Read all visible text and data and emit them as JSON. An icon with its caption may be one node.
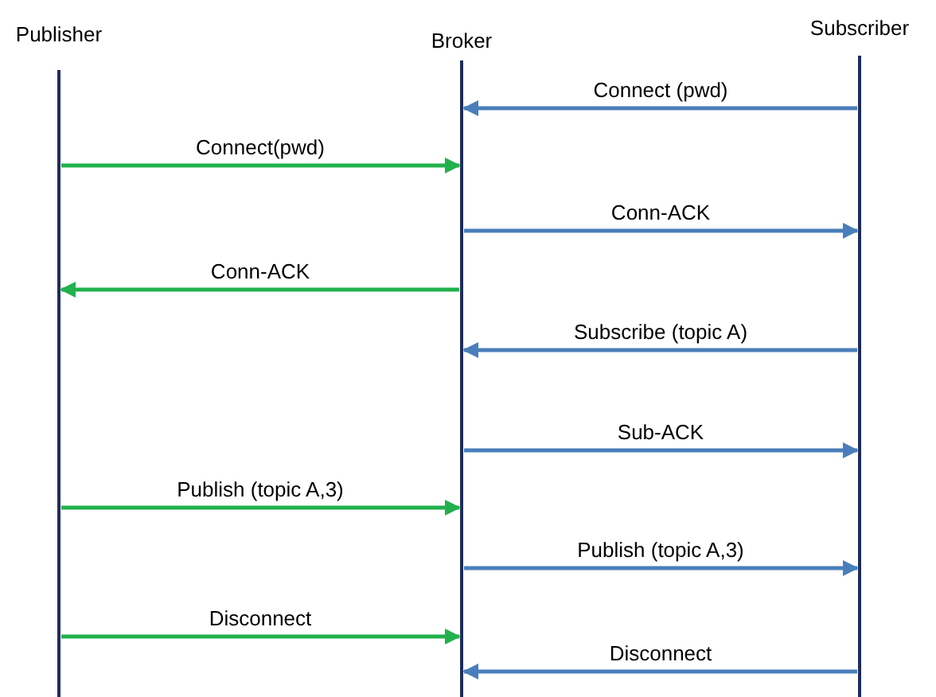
{
  "diagram": {
    "nodes": [
      {
        "text": [
          "Publisher"
        ]
      },
      {
        "text": [
          "Broker"
        ]
      },
      {
        "text": [
          "Subscriber"
        ]
      }
    ],
    "edges": [
      {
        "from": 2,
        "to": 1,
        "arrow": "to",
        "label": "Connect (pwd)"
      },
      {
        "from": 0,
        "to": 1,
        "arrow": "to",
        "label": "Connect(pwd)",
        "color": "#22b14c"
      },
      {
        "from": 1,
        "to": 2,
        "arrow": "to",
        "label": "Conn-ACK"
      },
      {
        "from": 1,
        "to": 0,
        "arrow": "to",
        "label": "Conn-ACK",
        "color": "#22b14c"
      },
      {
        "from": 2,
        "to": 1,
        "arrow": "to",
        "label": "Subscribe (topic A)"
      },
      {
        "from": 1,
        "to": 2,
        "arrow": "to",
        "label": "Sub-ACK"
      },
      {
        "from": 0,
        "to": 1,
        "arrow": "to",
        "label": "Publish (topic A,3)",
        "color": "#22b14c"
      },
      {
        "from": 1,
        "to": 2,
        "arrow": "to",
        "label": "Publish (topic A,3)"
      },
      {
        "from": 0,
        "to": 1,
        "arrow": "to",
        "label": "Disconnect",
        "color": "#22b14c"
      },
      {
        "from": 2,
        "to": 1,
        "arrow": "to",
        "label": "Disconnect"
      }
    ]
  }
}
